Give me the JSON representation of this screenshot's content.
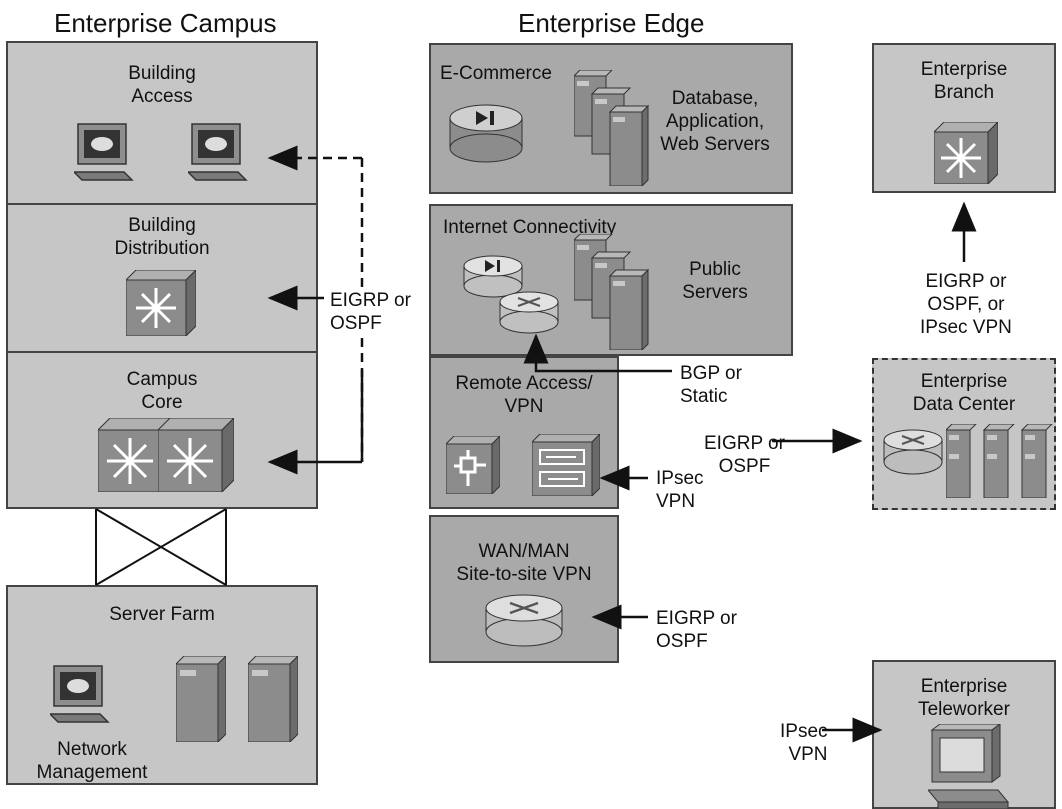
{
  "headings": {
    "campus": "Enterprise Campus",
    "edge": "Enterprise Edge"
  },
  "campus": {
    "building_access": "Building\nAccess",
    "building_distribution": "Building\nDistribution",
    "campus_core": "Campus\nCore",
    "server_farm": "Server Farm",
    "network_management": "Network\nManagement"
  },
  "edge": {
    "ecommerce": "E-Commerce",
    "ecommerce_servers": "Database,\nApplication,\nWeb Servers",
    "internet": "Internet Connectivity",
    "public_servers": "Public\nServers",
    "remote_access": "Remote Access/\nVPN",
    "wan": "WAN/MAN\nSite-to-site VPN"
  },
  "remote": {
    "branch": "Enterprise\nBranch",
    "data_center": "Enterprise\nData Center",
    "teleworker": "Enterprise\nTeleworker"
  },
  "protocols": {
    "campus": "EIGRP or\nOSPF",
    "internet": "BGP or\nStatic",
    "branch": "EIGRP or\nOSPF, or\nIPsec VPN",
    "data_center": "EIGRP or\nOSPF",
    "remote_access": "IPsec\nVPN",
    "wan": "EIGRP or\nOSPF",
    "teleworker": "IPsec\nVPN"
  },
  "colors": {
    "box_fill": "#c6c6c6",
    "box_fill_dark": "#a9a9a9",
    "border": "#444444",
    "icon_face": "#8c8c8c"
  }
}
